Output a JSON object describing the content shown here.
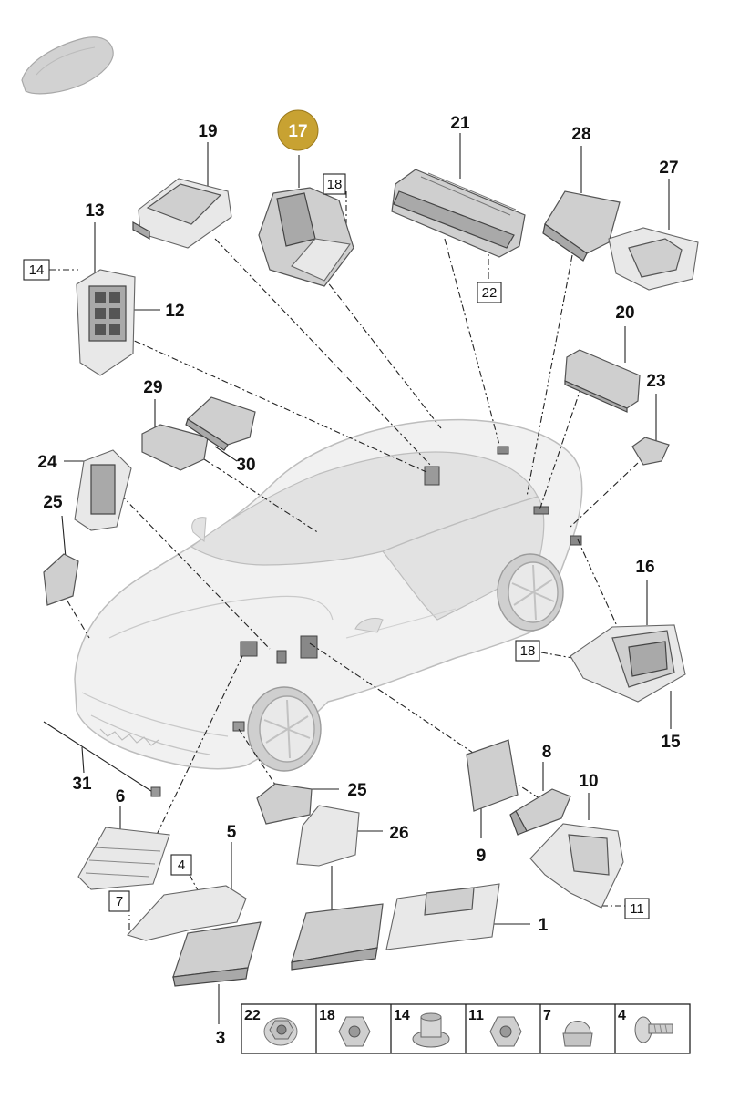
{
  "callouts": {
    "n1": "1",
    "n3": "3",
    "n5": "5",
    "n6": "6",
    "n8": "8",
    "n9": "9",
    "n10": "10",
    "n12": "12",
    "n13": "13",
    "n15": "15",
    "n16": "16",
    "n17": "17",
    "n19": "19",
    "n20": "20",
    "n21": "21",
    "n23": "23",
    "n24": "24",
    "n25a": "25",
    "n25b": "25",
    "n26": "26",
    "n27": "27",
    "n28": "28",
    "n29": "29",
    "n30": "30",
    "n31": "31"
  },
  "boxed": {
    "b4": "4",
    "b7": "7",
    "b11": "11",
    "b14": "14",
    "b18a": "18",
    "b18b": "18",
    "b22": "22"
  },
  "fastener_table": [
    {
      "label": "22",
      "icon": "flange-nut-icon"
    },
    {
      "label": "18",
      "icon": "hex-nut-icon"
    },
    {
      "label": "14",
      "icon": "weld-nut-icon"
    },
    {
      "label": "11",
      "icon": "hex-nut-icon"
    },
    {
      "label": "7",
      "icon": "cap-nut-icon"
    },
    {
      "label": "4",
      "icon": "screw-icon"
    }
  ],
  "colors": {
    "highlight": "#c8a232",
    "part": "#cfcfcf",
    "car": "#f1f1f1"
  }
}
